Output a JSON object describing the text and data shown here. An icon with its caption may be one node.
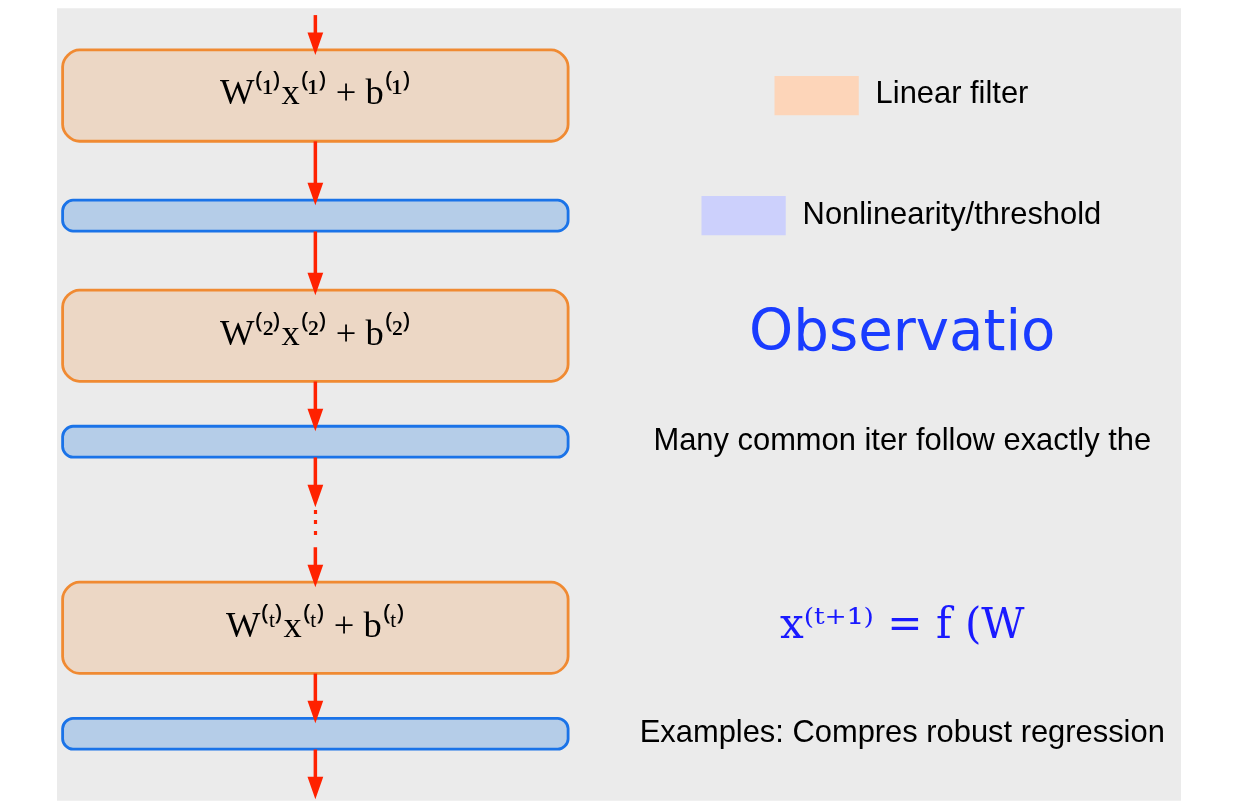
{
  "diagram": {
    "nodes": [
      {
        "text": [
          "W⁽¹⁾x⁽¹⁾ + b⁽¹⁾"
        ]
      },
      {
        "text": [],
        "shape": "bar"
      },
      {
        "text": [
          "W⁽²⁾x⁽²⁾ + b⁽²⁾"
        ]
      },
      {
        "text": [],
        "shape": "bar"
      },
      {
        "text": [
          "⋮"
        ]
      },
      {
        "text": [
          "W⁽ᵗ⁾x⁽ᵗ⁾ + b⁽ᵗ⁾"
        ]
      },
      {
        "text": [],
        "shape": "bar"
      }
    ],
    "edges": [
      {
        "from": null,
        "to": 0,
        "arrow": "to"
      },
      {
        "from": 0,
        "to": 1,
        "arrow": "to"
      },
      {
        "from": 1,
        "to": 2,
        "arrow": "to"
      },
      {
        "from": 2,
        "to": 3,
        "arrow": "to"
      },
      {
        "from": 3,
        "to": 4,
        "arrow": "to"
      },
      {
        "from": 4,
        "to": 5,
        "arrow": "to"
      },
      {
        "from": 5,
        "to": 6,
        "arrow": "to"
      },
      {
        "from": 6,
        "to": null,
        "arrow": "to"
      }
    ],
    "labels": [
      "Observatio",
      "Many common iter follow exactly the",
      "x⁽ᵗ⁺¹⁾ = f (W",
      "Examples: Compres robust regression"
    ],
    "legend": [
      {
        "text": "Linear filter",
        "color": "#fdd5b9"
      },
      {
        "text": "Nonlinearity/threshold",
        "color": "#ccd0fc"
      }
    ]
  }
}
